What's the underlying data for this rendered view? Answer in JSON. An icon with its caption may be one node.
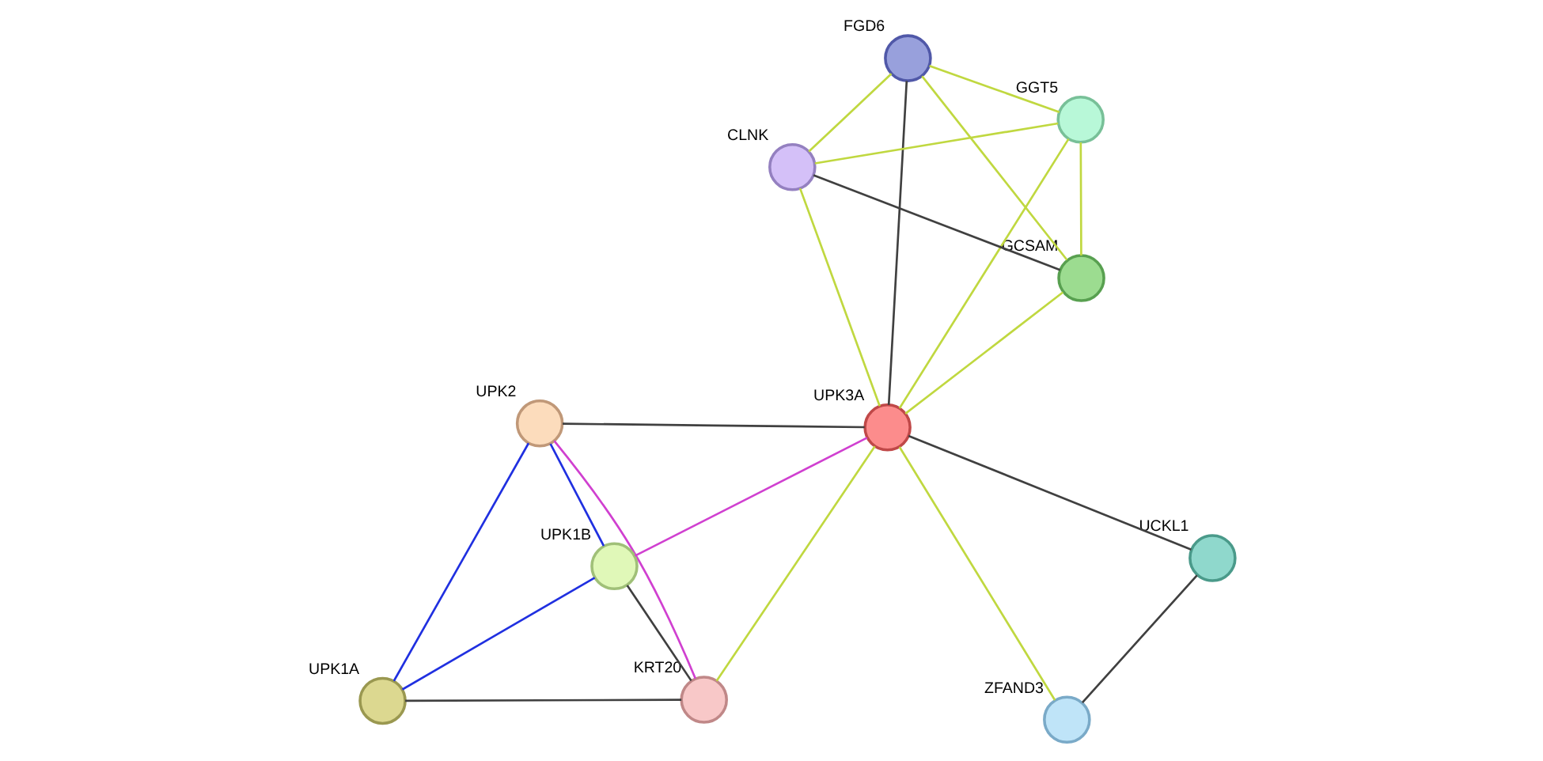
{
  "diagram": {
    "nodes": [
      {
        "text": [
          "UCKL1"
        ]
      },
      {
        "text": [
          "ZFAND3"
        ]
      },
      {
        "text": [
          "KRT20"
        ]
      },
      {
        "text": [
          "UPK1A"
        ]
      },
      {
        "text": [
          "UPK2"
        ]
      },
      {
        "text": [
          "UPK1B"
        ]
      },
      {
        "text": [
          "UPK3A"
        ]
      },
      {
        "text": [
          "FGD6"
        ]
      },
      {
        "text": [
          "CLNK"
        ]
      },
      {
        "text": [
          "GCSAM"
        ]
      },
      {
        "text": [
          "GGT5"
        ]
      }
    ],
    "edges": [
      {
        "from": 0,
        "to": 1,
        "arrow": "none",
        "color": "#404040"
      },
      {
        "from": 0,
        "to": 6,
        "arrow": "none",
        "color": "#404040"
      },
      {
        "from": 1,
        "to": 6,
        "arrow": "none"
      },
      {
        "from": 2,
        "to": 6,
        "arrow": "none"
      },
      {
        "from": 2,
        "to": 3,
        "arrow": "none",
        "color": "#404040"
      },
      {
        "from": 2,
        "to": 4,
        "arrow": "none",
        "color": "#d040d0"
      },
      {
        "from": 2,
        "to": 5,
        "arrow": "none",
        "color": "#404040"
      },
      {
        "from": 3,
        "to": 4,
        "arrow": "none",
        "color": "#2030e0"
      },
      {
        "from": 3,
        "to": 5,
        "arrow": "none",
        "color": "#2030e0"
      },
      {
        "from": 4,
        "to": 5,
        "arrow": "none",
        "color": "#2030e0"
      },
      {
        "from": 4,
        "to": 6,
        "arrow": "none",
        "color": "#404040"
      },
      {
        "from": 5,
        "to": 6,
        "arrow": "none",
        "color": "#d040d0"
      },
      {
        "from": 6,
        "to": 7,
        "arrow": "none",
        "color": "#404040"
      },
      {
        "from": 6,
        "to": 8,
        "arrow": "none"
      },
      {
        "from": 6,
        "to": 9,
        "arrow": "none"
      },
      {
        "from": 6,
        "to": 10,
        "arrow": "none"
      },
      {
        "from": 7,
        "to": 8,
        "arrow": "none"
      },
      {
        "from": 7,
        "to": 9,
        "arrow": "none"
      },
      {
        "from": 7,
        "to": 10,
        "arrow": "none"
      },
      {
        "from": 8,
        "to": 9,
        "arrow": "none",
        "color": "#404040"
      },
      {
        "from": 8,
        "to": 10,
        "arrow": "none"
      },
      {
        "from": 9,
        "to": 10,
        "arrow": "none"
      }
    ]
  }
}
